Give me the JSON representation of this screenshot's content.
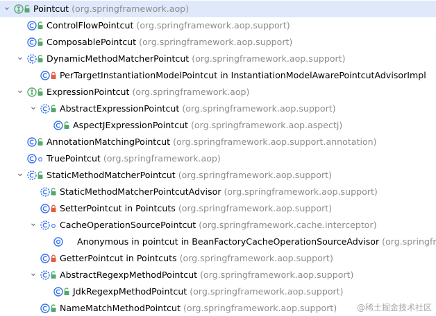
{
  "colors": {
    "selection": "#dfe9fb",
    "class_icon": "#3574f0",
    "interface_icon": "#55a76a",
    "visibility_public": "#55a76a",
    "visibility_private": "#e55b3b",
    "package_text": "#8c8c8c",
    "chevron": "#6c707e"
  },
  "tree": {
    "rows": [
      {
        "depth": 0,
        "chevron": "down",
        "icon": "interface-icon",
        "vis": "public",
        "name": "Pointcut",
        "pkg": "(org.springframework.aop)",
        "selected": true
      },
      {
        "depth": 1,
        "chevron": "",
        "icon": "class-icon",
        "vis": "public",
        "name": "ControlFlowPointcut",
        "pkg": "(org.springframework.aop.support)"
      },
      {
        "depth": 1,
        "chevron": "",
        "icon": "class-icon",
        "vis": "public",
        "name": "ComposablePointcut",
        "pkg": "(org.springframework.aop.support)"
      },
      {
        "depth": 1,
        "chevron": "down",
        "icon": "abstract-class-icon",
        "vis": "public",
        "name": "DynamicMethodMatcherPointcut",
        "pkg": "(org.springframework.aop.support)"
      },
      {
        "depth": 2,
        "chevron": "",
        "icon": "class-icon",
        "vis": "private",
        "name": "PerTargetInstantiationModelPointcut in InstantiationModelAwarePointcutAdvisorImpl",
        "pkg": ""
      },
      {
        "depth": 1,
        "chevron": "down",
        "icon": "interface-icon",
        "vis": "public",
        "name": "ExpressionPointcut",
        "pkg": "(org.springframework.aop)"
      },
      {
        "depth": 2,
        "chevron": "down",
        "icon": "abstract-class-icon",
        "vis": "public",
        "name": "AbstractExpressionPointcut",
        "pkg": "(org.springframework.aop.support)"
      },
      {
        "depth": 3,
        "chevron": "",
        "icon": "class-icon",
        "vis": "public",
        "name": "AspectJExpressionPointcut",
        "pkg": "(org.springframework.aop.aspectj)"
      },
      {
        "depth": 1,
        "chevron": "",
        "icon": "class-icon",
        "vis": "public",
        "name": "AnnotationMatchingPointcut",
        "pkg": "(org.springframework.aop.support.annotation)"
      },
      {
        "depth": 1,
        "chevron": "",
        "icon": "class-icon",
        "vis": "package",
        "name": "TruePointcut",
        "pkg": "(org.springframework.aop)"
      },
      {
        "depth": 1,
        "chevron": "down",
        "icon": "abstract-class-icon",
        "vis": "public",
        "name": "StaticMethodMatcherPointcut",
        "pkg": "(org.springframework.aop.support)"
      },
      {
        "depth": 2,
        "chevron": "",
        "icon": "abstract-class-icon",
        "vis": "public",
        "name": "StaticMethodMatcherPointcutAdvisor",
        "pkg": "(org.springframework.aop.support)"
      },
      {
        "depth": 2,
        "chevron": "",
        "icon": "class-icon",
        "vis": "private",
        "name": "SetterPointcut in Pointcuts",
        "pkg": "(org.springframework.aop.support)"
      },
      {
        "depth": 2,
        "chevron": "down",
        "icon": "abstract-class-icon",
        "vis": "package",
        "name": "CacheOperationSourcePointcut",
        "pkg": "(org.springframework.cache.interceptor)"
      },
      {
        "depth": 3,
        "chevron": "",
        "icon": "anonymous-class-icon",
        "vis": "",
        "name": "Anonymous in pointcut in BeanFactoryCacheOperationSourceAdvisor",
        "pkg": "(org.springframework.cache.interceptor)"
      },
      {
        "depth": 2,
        "chevron": "",
        "icon": "class-icon",
        "vis": "private",
        "name": "GetterPointcut in Pointcuts",
        "pkg": "(org.springframework.aop.support)"
      },
      {
        "depth": 2,
        "chevron": "down",
        "icon": "abstract-class-icon",
        "vis": "public",
        "name": "AbstractRegexpMethodPointcut",
        "pkg": "(org.springframework.aop.support)"
      },
      {
        "depth": 3,
        "chevron": "",
        "icon": "class-icon",
        "vis": "public",
        "name": "JdkRegexpMethodPointcut",
        "pkg": "(org.springframework.aop.support)"
      },
      {
        "depth": 2,
        "chevron": "",
        "icon": "class-icon",
        "vis": "public",
        "name": "NameMatchMethodPointcut",
        "pkg": "(org.springframework.aop.support)"
      }
    ]
  },
  "watermark": "@稀土掘金技术社区"
}
